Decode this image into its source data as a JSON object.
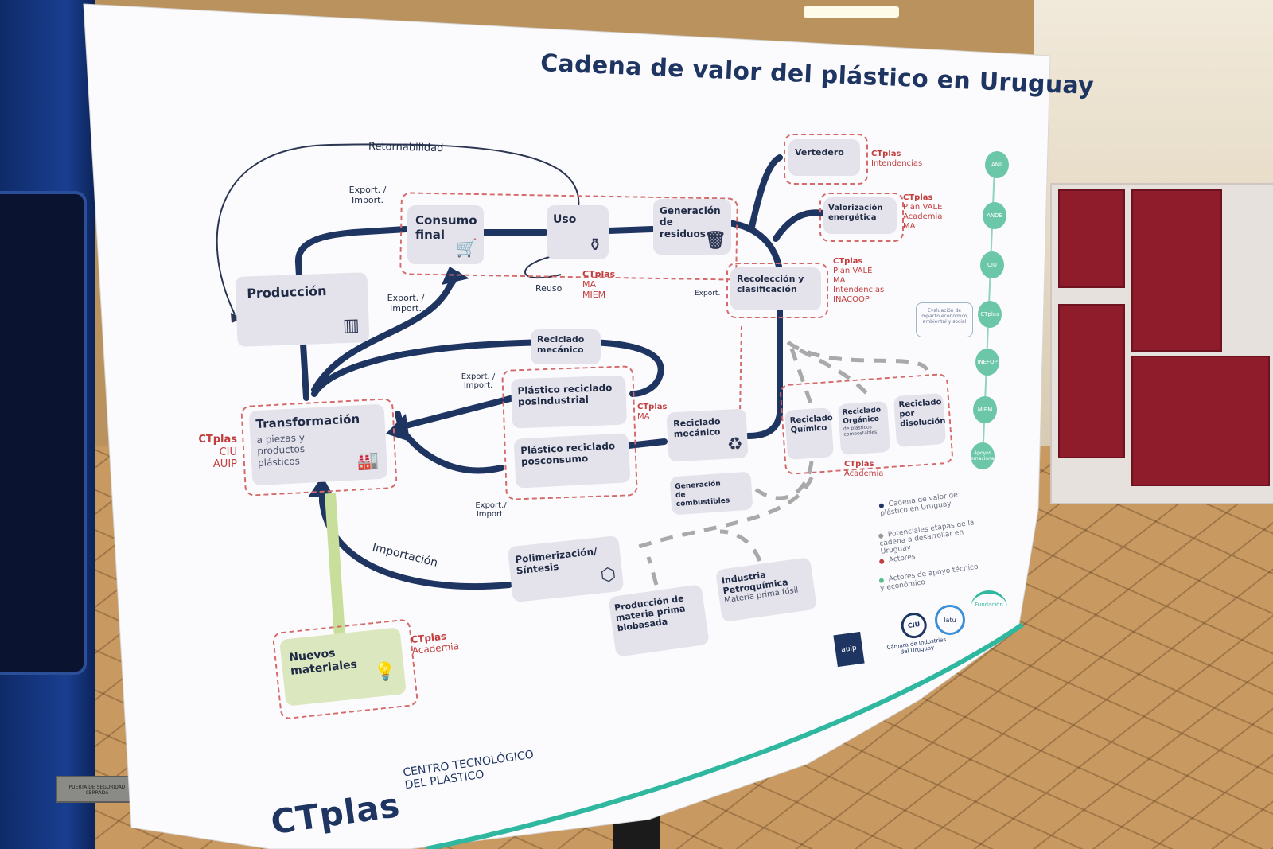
{
  "poster": {
    "title": "Cadena de valor del plástico en Uruguay",
    "flows": {
      "retornabilidad": "Retornabilidad",
      "reuso": "Reuso",
      "importacion": "Importación",
      "export_import_top": "Export. / Import.",
      "export_import_mid": "Export. / Import.",
      "export_import_recycled_top": "Export. / Import.",
      "export_import_recycled_bottom": "Export./ Import.",
      "export_left": "Export."
    },
    "nodes": {
      "produccion": "Producción",
      "consumo_final": "Consumo final",
      "uso": "Uso",
      "generacion_residuos": "Generación de residuos",
      "vertedero": "Vertedero",
      "valorizacion": "Valorización energética",
      "recoleccion": "Recolección y clasificación",
      "reciclado_mecanico_top": "Reciclado mecánico",
      "reciclado_mecanico_right": "Reciclado mecánico",
      "posindustrial": "Plástico reciclado posindustrial",
      "posconsumo": "Plástico reciclado posconsumo",
      "transformacion": "Transformación",
      "transformacion_sub": "a piezas y productos plásticos",
      "reciclado_quimico": "Reciclado Químico",
      "reciclado_organico": "Reciclado Orgánico",
      "reciclado_organico_sub": "de plásticos compostables",
      "reciclado_disolucion": "Reciclado por disolución",
      "generacion_combustibles": "Generación de combustibles",
      "polimerizacion": "Polimerización/ Síntesis",
      "produccion_biobasada": "Producción de materia prima biobasada",
      "industria_petroquimica": "Industria Petroquímica",
      "industria_petroquimica_sub": "Materia prima fósil",
      "nuevos_materiales": "Nuevos materiales"
    },
    "actors": {
      "vertedero": [
        "CTplas",
        "Intendencias"
      ],
      "valorizacion": [
        "CTplas",
        "Plan VALE",
        "Academia",
        "MA"
      ],
      "recoleccion": [
        "CTplas",
        "Plan VALE",
        "MA",
        "Intendencias",
        "INACOOP"
      ],
      "uso": [
        "CTplas",
        "MA",
        "MIEM"
      ],
      "posindustrial": [
        "CTplas",
        "MA"
      ],
      "transformacion": [
        "CTplas",
        "CIU",
        "AUIP"
      ],
      "reciclados_avanzados": [
        "CTplas",
        "Academia"
      ],
      "nuevos_materiales": [
        "CTplas",
        "Academia"
      ]
    },
    "support_actors": [
      "ANII",
      "ANDE",
      "CIU",
      "CTplas",
      "INEFOP",
      "MIEM",
      "Apoyos internacionales"
    ],
    "support_note": "Evaluación de impacto económico, ambiental y social",
    "legend": [
      {
        "text": "Cadena de valor de plástico en Uruguay",
        "color": "#1f3561"
      },
      {
        "text": "Potenciales etapas de la cadena a desarrollar en Uruguay",
        "color": "#9a9a9a"
      },
      {
        "text": "Actores",
        "color": "#c23d3d"
      },
      {
        "text": "Actores de apoyo técnico y económico",
        "color": "#5cbf8e"
      }
    ],
    "logos": {
      "auip": "auip",
      "ciu": "Cámara de Industrias del Uruguay",
      "ciu_mark": "CIU",
      "latu": "latu",
      "fundacion": "Fundación"
    },
    "brand": {
      "name": "CTplas",
      "tagline_1": "CENTRO TECNOLÓGICO",
      "tagline_2": "DEL PLÁSTICO"
    },
    "colors": {
      "main_flow": "#1f3561",
      "actors": "#c23d3d",
      "potential": "#a9a9a9",
      "support": "#6cc7a8",
      "new_materials": "#cfe3a8"
    }
  },
  "environment": {
    "machine_plate": "PUERTA DE SEGURIDAD CERRADA"
  }
}
